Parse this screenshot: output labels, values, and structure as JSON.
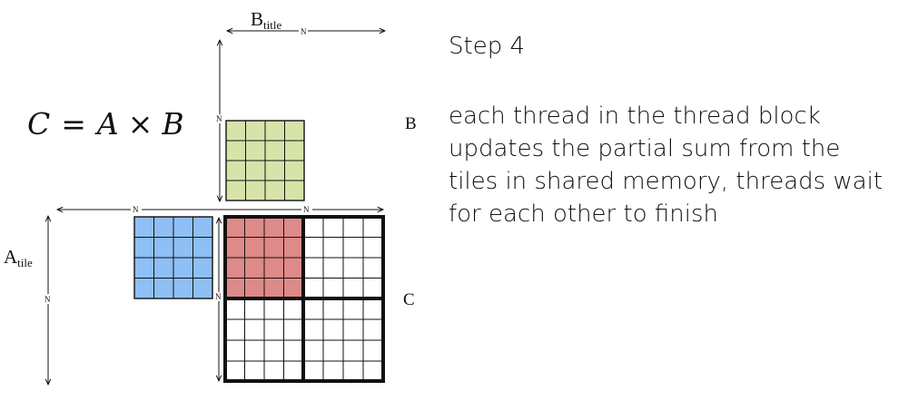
{
  "equation": {
    "lhs": "C",
    "eq": "=",
    "a": "A",
    "times": "×",
    "b": "B"
  },
  "labels": {
    "b_tile_main": "B",
    "b_tile_sub": "title",
    "a_tile_main": "A",
    "a_tile_sub": "tile",
    "n": "N",
    "matrix_b": "B",
    "matrix_c": "C"
  },
  "step": {
    "title": "Step 4",
    "description": "each thread in the thread block updates the partial sum from the tiles in shared memory, threads wait for each other to finish"
  },
  "colors": {
    "green_tile": "#d6e4aa",
    "blue_tile": "#8ebff5",
    "red_tile": "#de8a88",
    "grid_line": "#111111"
  },
  "tile_grid": {
    "rows": 4,
    "cols": 4
  }
}
